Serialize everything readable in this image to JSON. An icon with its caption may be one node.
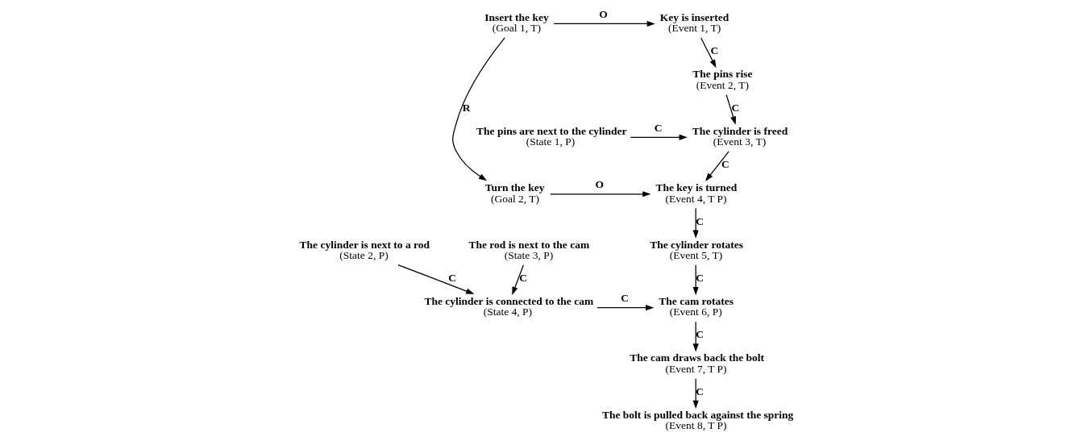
{
  "diagram": {
    "nodes": [
      {
        "text": [
          "Key is inserted",
          "(Event 1, T)"
        ]
      },
      {
        "text": [
          "Insert the key",
          "(Goal 1, T)"
        ]
      },
      {
        "text": [
          "The pins rise",
          "(Event 2, T)"
        ]
      },
      {
        "text": [
          "The pins are next to the cylinder",
          "(State 1, P)"
        ]
      },
      {
        "text": [
          "The cylinder is freed",
          "(Event 3, T)"
        ]
      },
      {
        "text": [
          "The key is turned",
          "(Event 4, T P)"
        ]
      },
      {
        "text": [
          "Turn the key",
          "(Goal 2, T)"
        ]
      },
      {
        "text": [
          "The cylinder is next to a rod",
          "(State 2, P)"
        ]
      },
      {
        "text": [
          "The rod is next to the cam",
          "(State 3, P)"
        ]
      },
      {
        "text": [
          "The cylinder rotates",
          "(Event 5, T)"
        ]
      },
      {
        "text": [
          "The cylinder is connected to the cam",
          "(State 4, P)"
        ]
      },
      {
        "text": [
          "The cam rotates",
          "(Event 6, P)"
        ]
      },
      {
        "text": [
          "The cam draws back the bolt",
          "(Event 7, T P)"
        ]
      },
      {
        "text": [
          "The bolt is pulled back against the spring",
          "(Event 8, T P)"
        ]
      }
    ],
    "edges": [
      {
        "from": 1,
        "to": 0,
        "arrow": "to",
        "label": "O"
      },
      {
        "from": 0,
        "to": 2,
        "arrow": "to",
        "label": "C"
      },
      {
        "from": 2,
        "to": 4,
        "arrow": "to",
        "label": "C"
      },
      {
        "from": 3,
        "to": 4,
        "arrow": "to",
        "label": "C"
      },
      {
        "from": 1,
        "to": 6,
        "arrow": "to",
        "label": "R"
      },
      {
        "from": 4,
        "to": 5,
        "arrow": "to",
        "label": "C"
      },
      {
        "from": 6,
        "to": 5,
        "arrow": "to",
        "label": "O"
      },
      {
        "from": 5,
        "to": 9,
        "arrow": "to",
        "label": "C"
      },
      {
        "from": 7,
        "to": 10,
        "arrow": "to",
        "label": "C"
      },
      {
        "from": 8,
        "to": 10,
        "arrow": "to",
        "label": "C"
      },
      {
        "from": 9,
        "to": 11,
        "arrow": "to",
        "label": "C"
      },
      {
        "from": 10,
        "to": 11,
        "arrow": "to",
        "label": "C"
      },
      {
        "from": 11,
        "to": 12,
        "arrow": "to",
        "label": "C"
      },
      {
        "from": 12,
        "to": 13,
        "arrow": "to",
        "label": "C"
      }
    ]
  }
}
